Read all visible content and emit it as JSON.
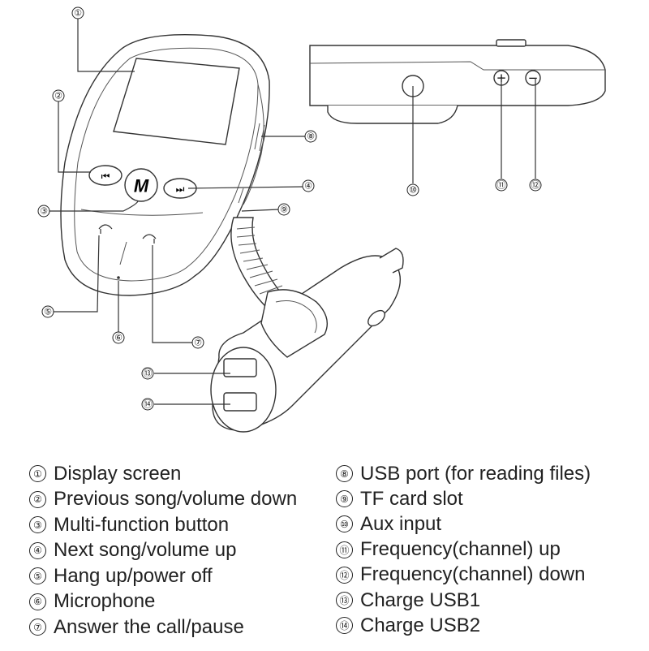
{
  "callouts": [
    "①",
    "②",
    "③",
    "④",
    "⑤",
    "⑥",
    "⑦",
    "⑧",
    "⑨",
    "⑩",
    "⑪",
    "⑫",
    "⑬",
    "⑭"
  ],
  "buttons": {
    "prev_symbol": "⏮",
    "mode_label": "M",
    "next_symbol": "⏭",
    "plus_symbol": "+",
    "minus_symbol": "−"
  },
  "legend": {
    "left": [
      {
        "num": "①",
        "label": "Display screen"
      },
      {
        "num": "②",
        "label": "Previous song/volume down"
      },
      {
        "num": "③",
        "label": "Multi-function button"
      },
      {
        "num": "④",
        "label": "Next song/volume up"
      },
      {
        "num": "⑤",
        "label": "Hang up/power off"
      },
      {
        "num": "⑥",
        "label": "Microphone"
      },
      {
        "num": "⑦",
        "label": "Answer the call/pause"
      }
    ],
    "right": [
      {
        "num": "⑧",
        "label": "USB port (for reading files)"
      },
      {
        "num": "⑨",
        "label": "TF card slot"
      },
      {
        "num": "⑩",
        "label": "Aux input"
      },
      {
        "num": "⑪",
        "label": "Frequency(channel) up"
      },
      {
        "num": "⑫",
        "label": "Frequency(channel) down"
      },
      {
        "num": "⑬",
        "label": "Charge USB1"
      },
      {
        "num": "⑭",
        "label": "Charge USB2"
      }
    ]
  }
}
